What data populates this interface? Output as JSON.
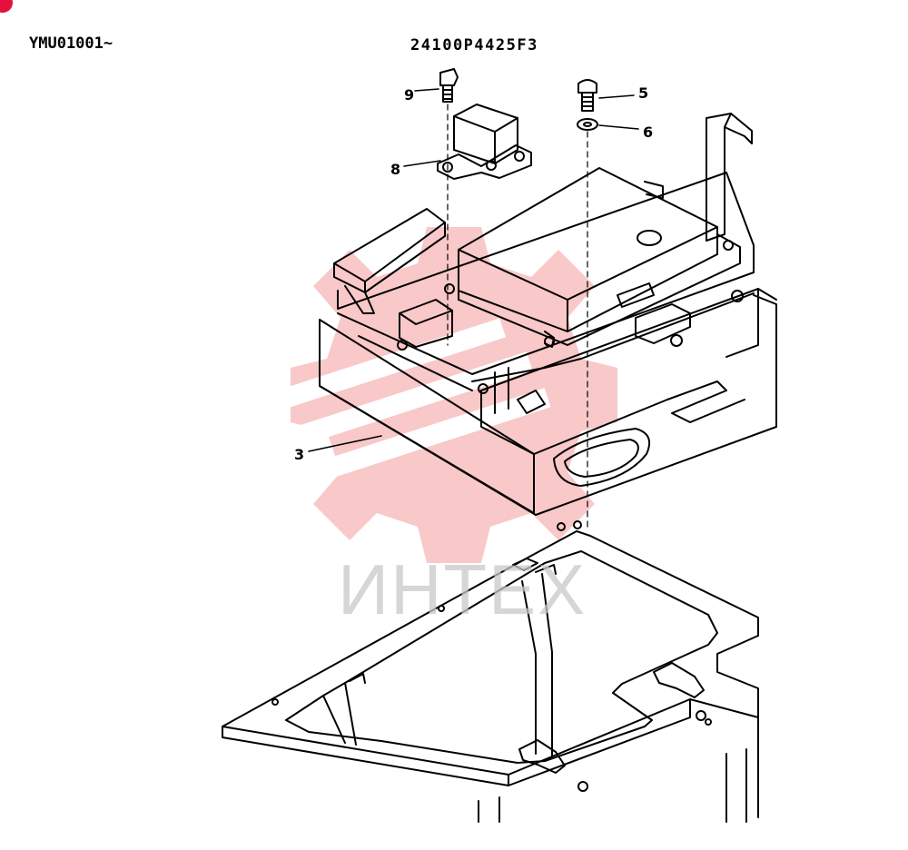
{
  "header": {
    "serial_range": "YMU01001~",
    "part_number": "24100P4425F3"
  },
  "callouts": [
    {
      "label": "9",
      "part": "bolt"
    },
    {
      "label": "8",
      "part": "relay"
    },
    {
      "label": "5",
      "part": "bolt"
    },
    {
      "label": "6",
      "part": "washer"
    },
    {
      "label": "3",
      "part": "bracket"
    }
  ],
  "watermark": {
    "text": "ИНТЕХ",
    "color": "#e8282b"
  },
  "colors": {
    "line": "#000000",
    "marker": "#e3123b"
  }
}
